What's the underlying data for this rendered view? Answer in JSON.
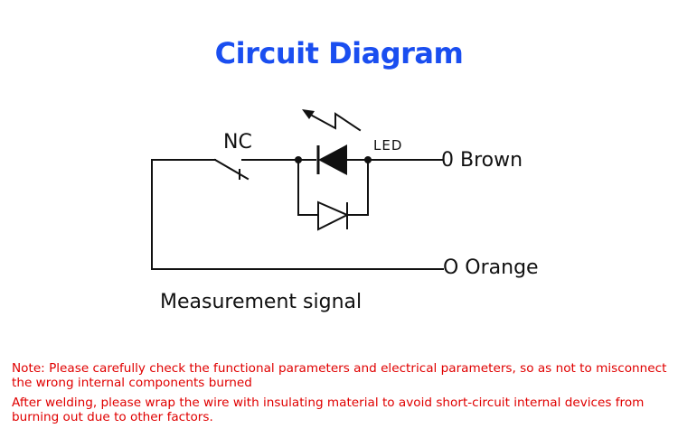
{
  "title": "Circuit Diagram",
  "labels": {
    "nc": "NC",
    "led": "LED",
    "brown": "0 Brown",
    "orange": "O Orange",
    "measurement": "Measurement signal"
  },
  "notes": [
    "Note: Please carefully check the functional parameters and electrical parameters, so as not to misconnect the wrong internal components burned",
    "After welding, please wrap the wire with insulating material to avoid short-circuit internal devices from burning out due to other factors."
  ],
  "colors": {
    "title": "#1a4ef0",
    "note": "#e00000",
    "line": "#111111"
  }
}
